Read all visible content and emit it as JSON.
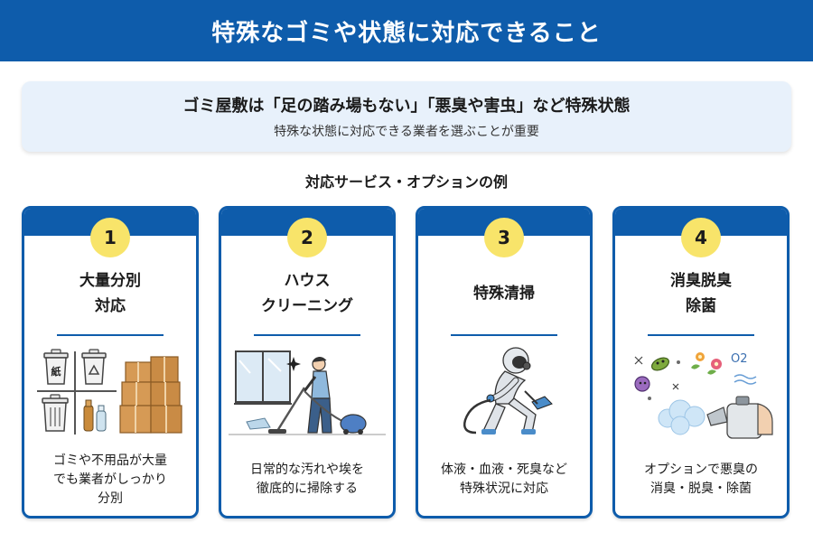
{
  "header": {
    "title": "特殊なゴミや状態に対応できること"
  },
  "callout": {
    "main": "ゴミ屋敷は「足の踏み場もない」「悪臭や害虫」など特殊状態",
    "sub": "特殊な状態に対応できる業者を選ぶことが重要"
  },
  "section_title": "対応サービス・オプションの例",
  "cards": [
    {
      "number": "1",
      "title_lines": [
        "大量分別",
        "対応"
      ],
      "desc_lines": [
        "ゴミや不用品が大量",
        "でも業者がしっかり",
        "分別"
      ],
      "bin_label": "紙",
      "icon": "sorting-bins-and-boxes-icon"
    },
    {
      "number": "2",
      "title_lines": [
        "ハウス",
        "クリーニング"
      ],
      "desc_lines": [
        "日常的な汚れや埃を",
        "徹底的に掃除する"
      ],
      "icon": "vacuum-cleaning-icon"
    },
    {
      "number": "3",
      "title_lines": [
        "特殊清掃"
      ],
      "desc_lines": [
        "体液・血液・死臭など",
        "特殊状況に対応"
      ],
      "icon": "hazmat-worker-icon"
    },
    {
      "number": "4",
      "title_lines": [
        "消臭脱臭",
        "除菌"
      ],
      "desc_lines": [
        "オプションで悪臭の",
        "消臭・脱臭・除菌"
      ],
      "o2_label": "O2",
      "icon": "deodorizing-spray-icon"
    }
  ],
  "colors": {
    "primary": "#0e5cab",
    "badge": "#f8e46a",
    "callout_bg": "#e8f1fb"
  }
}
